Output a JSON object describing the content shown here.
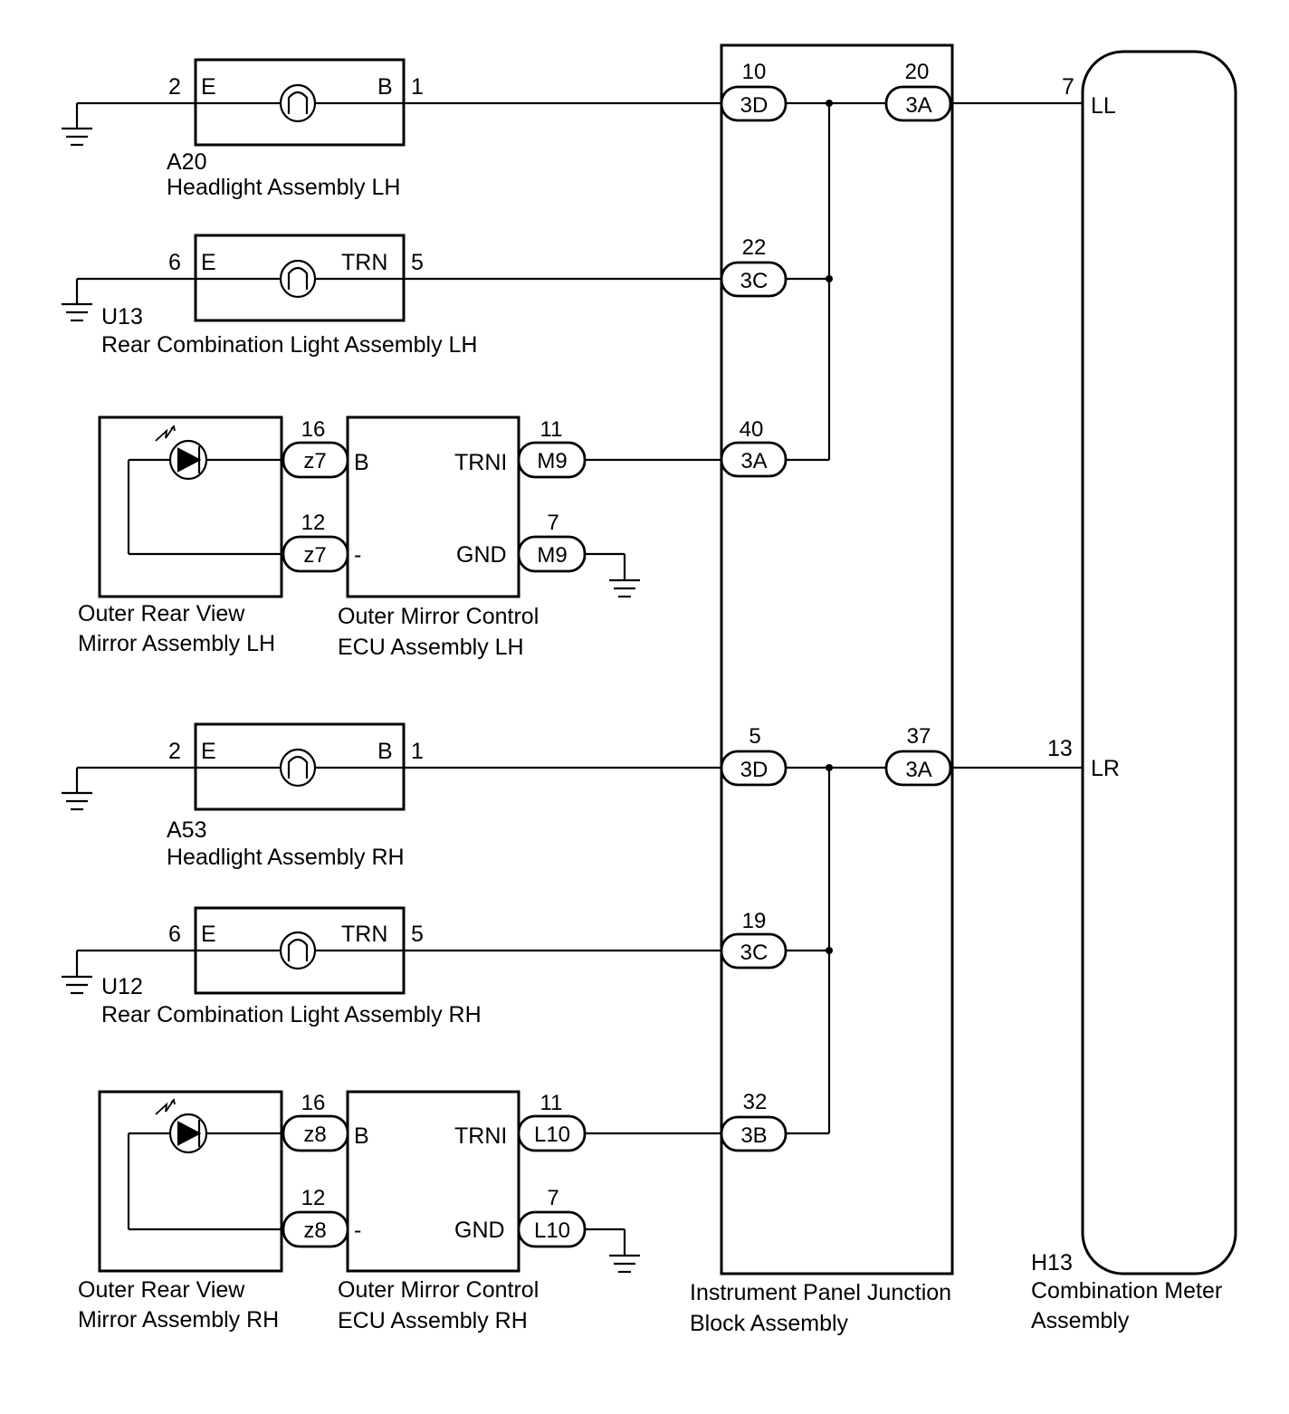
{
  "components": {
    "headlight_lh": {
      "code": "A20",
      "name": "Headlight Assembly LH",
      "pin_left_name": "E",
      "pin_right_name": "B",
      "pin_left_no": "2",
      "pin_right_no": "1"
    },
    "rear_comb_lh": {
      "code": "U13",
      "name": "Rear Combination Light Assembly LH",
      "pin_left_name": "E",
      "pin_right_name": "TRN",
      "pin_left_no": "6",
      "pin_right_no": "5"
    },
    "mirror_lh": {
      "line1": "Outer Rear View",
      "line2": "Mirror Assembly LH"
    },
    "ecu_lh": {
      "line1": "Outer Mirror Control",
      "line2": "ECU Assembly LH",
      "pin_b": "B",
      "pin_minus": "-",
      "pin_trni": "TRNI",
      "pin_gnd": "GND"
    },
    "headlight_rh": {
      "code": "A53",
      "name": "Headlight Assembly RH",
      "pin_left_name": "E",
      "pin_right_name": "B",
      "pin_left_no": "2",
      "pin_right_no": "1"
    },
    "rear_comb_rh": {
      "code": "U12",
      "name": "Rear Combination Light Assembly RH",
      "pin_left_name": "E",
      "pin_right_name": "TRN",
      "pin_left_no": "6",
      "pin_right_no": "5"
    },
    "mirror_rh": {
      "line1": "Outer Rear View",
      "line2": "Mirror Assembly RH"
    },
    "ecu_rh": {
      "line1": "Outer Mirror Control",
      "line2": "ECU Assembly RH",
      "pin_b": "B",
      "pin_minus": "-",
      "pin_trni": "TRNI",
      "pin_gnd": "GND"
    },
    "junction_block": {
      "line1": "Instrument Panel Junction",
      "line2": "Block Assembly"
    },
    "combination_meter": {
      "code": "H13",
      "line1": "Combination Meter",
      "line2": "Assembly",
      "pin_ll": "LL",
      "pin_lr": "LR",
      "pin_ll_no": "7",
      "pin_lr_no": "13"
    }
  },
  "connectors": {
    "jb_hl_lh": {
      "pin": "10",
      "id": "3D"
    },
    "jb_out_l": {
      "pin": "20",
      "id": "3A"
    },
    "jb_rc_lh": {
      "pin": "22",
      "id": "3C"
    },
    "jb_mir_lh": {
      "pin": "40",
      "id": "3A"
    },
    "jb_hl_rh": {
      "pin": "5",
      "id": "3D"
    },
    "jb_out_r": {
      "pin": "37",
      "id": "3A"
    },
    "jb_rc_rh": {
      "pin": "19",
      "id": "3C"
    },
    "jb_mir_rh": {
      "pin": "32",
      "id": "3B"
    },
    "mir_lh_b": {
      "pin": "16",
      "id": "z7"
    },
    "mir_lh_minus": {
      "pin": "12",
      "id": "z7"
    },
    "ecu_lh_trni": {
      "pin": "11",
      "id": "M9"
    },
    "ecu_lh_gnd": {
      "pin": "7",
      "id": "M9"
    },
    "mir_rh_b": {
      "pin": "16",
      "id": "z8"
    },
    "mir_rh_minus": {
      "pin": "12",
      "id": "z8"
    },
    "ecu_rh_trni": {
      "pin": "11",
      "id": "L10"
    },
    "ecu_rh_gnd": {
      "pin": "7",
      "id": "L10"
    }
  }
}
